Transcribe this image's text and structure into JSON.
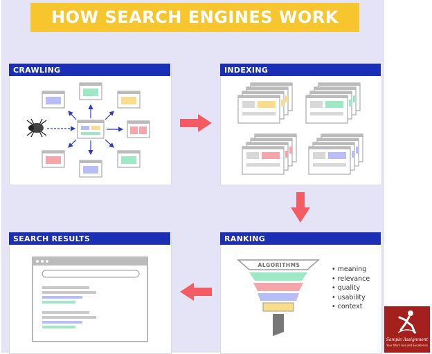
{
  "title": "HOW SEARCH ENGINES WORK",
  "panels": {
    "crawling": "CRAWLING",
    "indexing": "INDEXING",
    "search_results": "SEARCH RESULTS",
    "ranking": "RANKING"
  },
  "ranking": {
    "funnel_label": "ALGORITHMS",
    "factors": [
      "• meaning",
      "• relevance",
      "• quality",
      "• usability",
      "• context"
    ]
  },
  "logo": {
    "line1": "Sample Assignment",
    "line2": "Your Work Assured Excellence"
  },
  "colors": {
    "background": "#e4e4f6",
    "title_bar": "#f7c62f",
    "panel_header": "#1b2fb4",
    "arrow": "#f25c62",
    "accent_blue": "#b9bdf5",
    "accent_yellow": "#f9dc8c",
    "accent_green": "#9fe8c5",
    "accent_red": "#f6a6ab",
    "logo": "#a3201d"
  },
  "icons": [
    "spider-icon",
    "web-page-icon",
    "flow-arrow-icon",
    "funnel-icon",
    "browser-window-icon",
    "logo-figure-icon"
  ]
}
